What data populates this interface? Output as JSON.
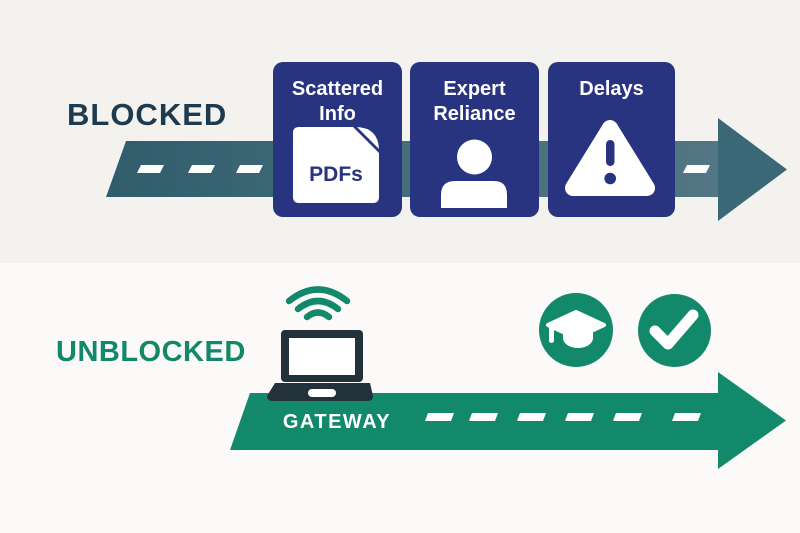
{
  "sections": {
    "blocked": {
      "label": "BLOCKED",
      "road_direction": "left-to-right-arrow",
      "cards": [
        {
          "line1": "Scattered",
          "line2": "Info",
          "icon": "pdf-document-icon",
          "badge": "PDFs"
        },
        {
          "line1": "Expert",
          "line2": "Reliance",
          "icon": "person-icon"
        },
        {
          "line1": "Delays",
          "icon": "warning-triangle-icon"
        }
      ]
    },
    "unblocked": {
      "label": "UNBLOCKED",
      "road_label": "GATEWAY",
      "road_direction": "left-to-right-arrow",
      "icons": [
        "wifi-icon",
        "laptop-icon",
        "graduation-cap-icon",
        "checkmark-icon"
      ]
    }
  },
  "colors": {
    "background_top": "#f4f2ee",
    "background_bottom": "#fbfaf8",
    "card_navy": "#283480",
    "blocked_text": "#1d3a4e",
    "road_teal_dark": "#305c6b",
    "road_teal_light": "#527683",
    "road_teal_arrowhead": "#3b6877",
    "green": "#12896a",
    "laptop_dark": "#22313a",
    "white": "#ffffff"
  }
}
